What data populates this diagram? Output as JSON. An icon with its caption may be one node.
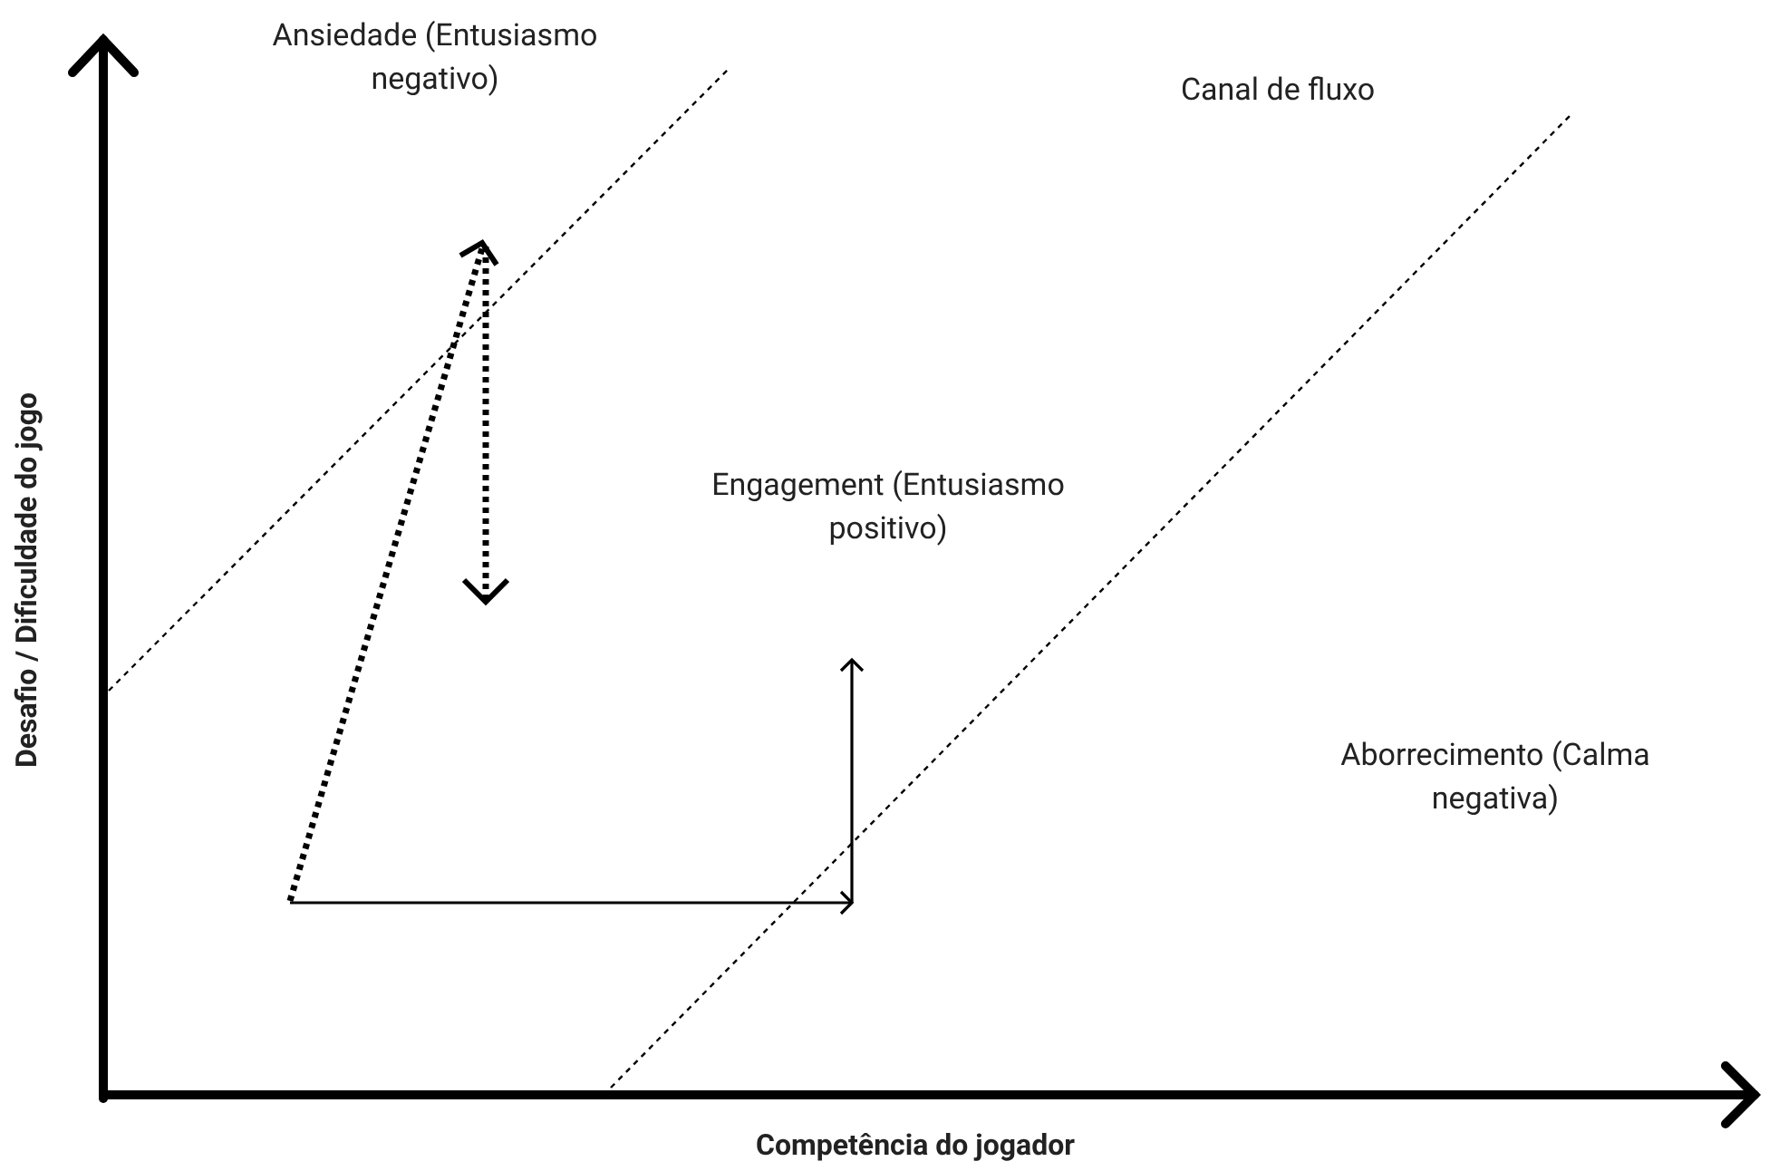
{
  "diagram": {
    "labels": [
      "Ansiedade (Entusiasmo negativo)",
      "Canal de fluxo",
      "Desafio / Dificuldade do jogo",
      "Engagement (Entusiasmo positivo)",
      "Aborrecimento (Calma negativa)",
      "Competência do jogador"
    ]
  }
}
